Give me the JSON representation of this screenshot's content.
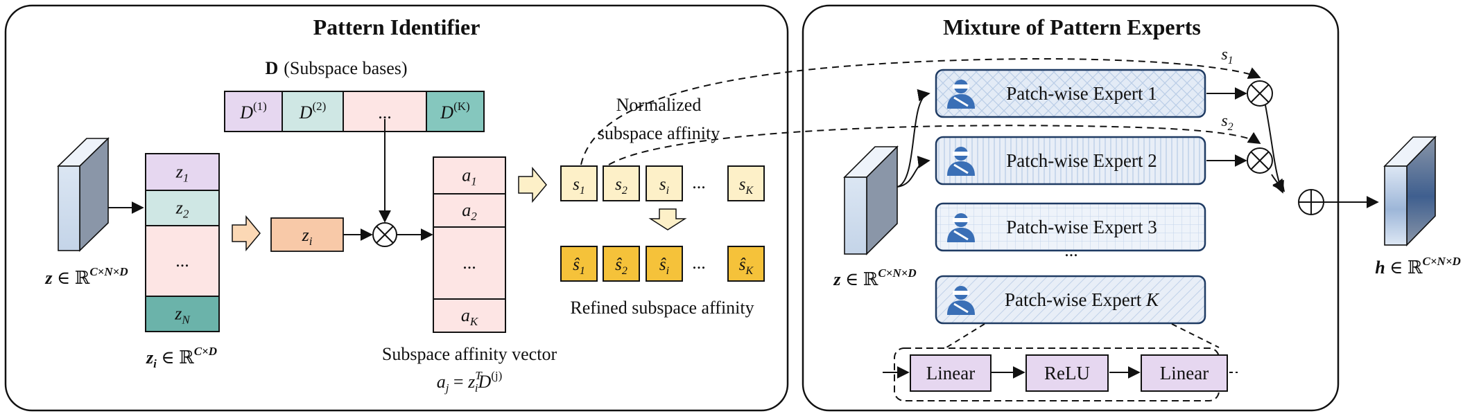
{
  "left_panel": {
    "title": "Pattern Identifier",
    "bases_symbol": "D",
    "bases_label": "(Subspace bases)",
    "bases": [
      {
        "base": "D",
        "sup": "(1)",
        "color": "#e6d7f0"
      },
      {
        "base": "D",
        "sup": "(2)",
        "color": "#cfe7e4"
      },
      {
        "base": "...",
        "sup": "",
        "color": "#fde5e4"
      },
      {
        "base": "D",
        "sup": "(K)",
        "color": "#85c7be"
      }
    ],
    "z_label": {
      "var": "z",
      "rest": " ∈ ℝ",
      "sup": "C×N×D"
    },
    "tokens": [
      {
        "base": "z",
        "sub": "1",
        "color": "#e6d7f0"
      },
      {
        "base": "z",
        "sub": "2",
        "color": "#cfe7e4"
      },
      {
        "base": "...",
        "sub": "",
        "color": "#fde5e4"
      },
      {
        "base": "z",
        "sub": "N",
        "color": "#6bb3aa"
      }
    ],
    "zi_label": {
      "var": "z",
      "sub": "i",
      "rest": " ∈ ℝ",
      "sup": "C×D"
    },
    "selected_token": {
      "base": "z",
      "sub": "i"
    },
    "affinity_entries": [
      {
        "base": "a",
        "sub": "1"
      },
      {
        "base": "a",
        "sub": "2"
      },
      {
        "base": "...",
        "sub": ""
      },
      {
        "base": "a",
        "sub": "K"
      }
    ],
    "affinity_label": "Subspace affinity vector",
    "affinity_formula": {
      "lhs": "a",
      "lhs_sub": "j",
      "eq": " = ",
      "z": "z",
      "z_sub": "i",
      "z_sup": "T",
      "d": "D",
      "d_sup": "(j)"
    },
    "normalized_label_line1": "Normalized",
    "normalized_label_line2": "subspace affinity",
    "normalized": [
      {
        "base": "s",
        "sub": "1"
      },
      {
        "base": "s",
        "sub": "2"
      },
      {
        "base": "s",
        "sub": "i"
      },
      {
        "base": "...",
        "sub": ""
      },
      {
        "base": "s",
        "sub": "K"
      }
    ],
    "refined": [
      {
        "base": "ŝ",
        "sub": "1"
      },
      {
        "base": "ŝ",
        "sub": "2"
      },
      {
        "base": "ŝ",
        "sub": "i"
      },
      {
        "base": "...",
        "sub": ""
      },
      {
        "base": "ŝ",
        "sub": "K"
      }
    ],
    "refined_label": "Refined subspace affinity"
  },
  "right_panel": {
    "title": "Mixture of Pattern Experts",
    "z_label": {
      "var": "z",
      "rest": " ∈ ℝ",
      "sup": "C×N×D"
    },
    "experts": [
      {
        "prefix": "Patch-wise Expert ",
        "index": "1",
        "italic_index": false
      },
      {
        "prefix": "Patch-wise Expert ",
        "index": "2",
        "italic_index": false
      },
      {
        "prefix": "Patch-wise Expert ",
        "index": "3",
        "italic_index": false
      },
      {
        "prefix": "Patch-wise Expert ",
        "index": "K",
        "italic_index": true
      }
    ],
    "experts_ellipsis": "...",
    "gate_labels": [
      {
        "base": "s",
        "sub": "1"
      },
      {
        "base": "s",
        "sub": "2"
      }
    ],
    "mlp": [
      "Linear",
      "ReLU",
      "Linear"
    ],
    "h_label": {
      "var": "h",
      "rest": " ∈ ℝ",
      "sup": "C×N×D"
    }
  },
  "colors": {
    "expert_border": "#1f3b63",
    "expert_fill": "#dfe8f5",
    "person_icon": "#3a6fb6",
    "normalized_fill": "#fdf0c8",
    "refined_fill": "#f5c23a",
    "selected_fill": "#f8c9a8",
    "mlp_fill": "#e6d7f0",
    "arrow_fill": "#fbd8b5"
  },
  "icons": [
    "person-icon",
    "multiply-icon",
    "plus-icon",
    "tensor-cube"
  ]
}
